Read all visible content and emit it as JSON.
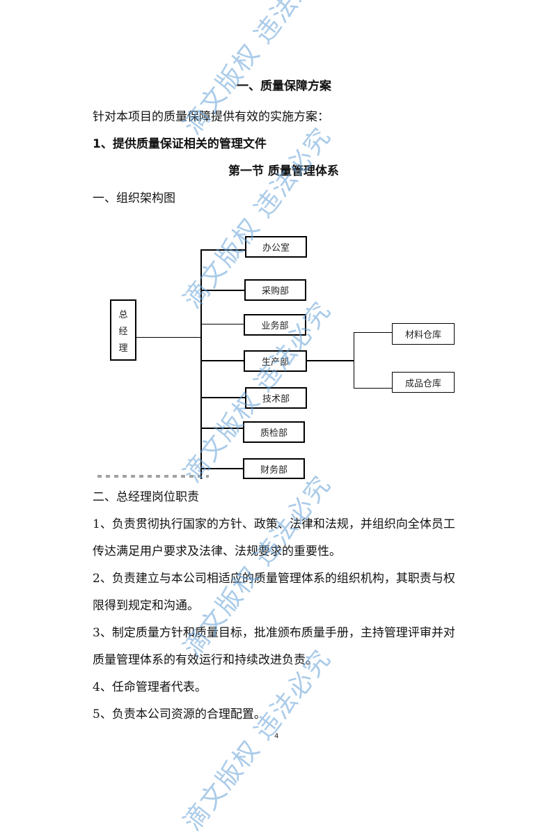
{
  "document": {
    "title": "一、质量保障方案",
    "intro": "针对本项目的质量保障提供有效的实施方案：",
    "section_heading": "1、提供质量保证相关的管理文件",
    "chapter_heading": "第一节  质量管理体系",
    "org_chart_heading": "一、组织架构图",
    "org_chart": {
      "root": [
        "总",
        "经",
        "理"
      ],
      "departments": [
        "办公室",
        "采购部",
        "业务部",
        "生产部",
        "技术部",
        "质检部",
        "财务部"
      ],
      "production_children": [
        "材料仓库",
        "成品仓库"
      ]
    },
    "duties_heading": "二、总经理岗位职责",
    "duties": [
      {
        "line1": "1、负责贯彻执行国家的方针、政策、法律和法规，并组织向全体员工",
        "line2": "传达满足用户要求及法律、法规要求的重要性。"
      },
      {
        "line1": "2、负责建立与本公司相适应的质量管理体系的组织机构，其职责与权",
        "line2": "限得到规定和沟通。"
      },
      {
        "line1": "3、制定质量方针和质量目标，批准颁布质量手册，主持管理评审并对",
        "line2": "质量管理体系的有效运行和持续改进负责。"
      },
      {
        "line1": "4、任命管理者代表。",
        "line2": ""
      },
      {
        "line1": "5、负责本公司资源的合理配置。",
        "line2": ""
      }
    ],
    "page_number": "4"
  },
  "watermark": {
    "text": "滴文版权  违法必究",
    "color": "#64a0d7"
  }
}
